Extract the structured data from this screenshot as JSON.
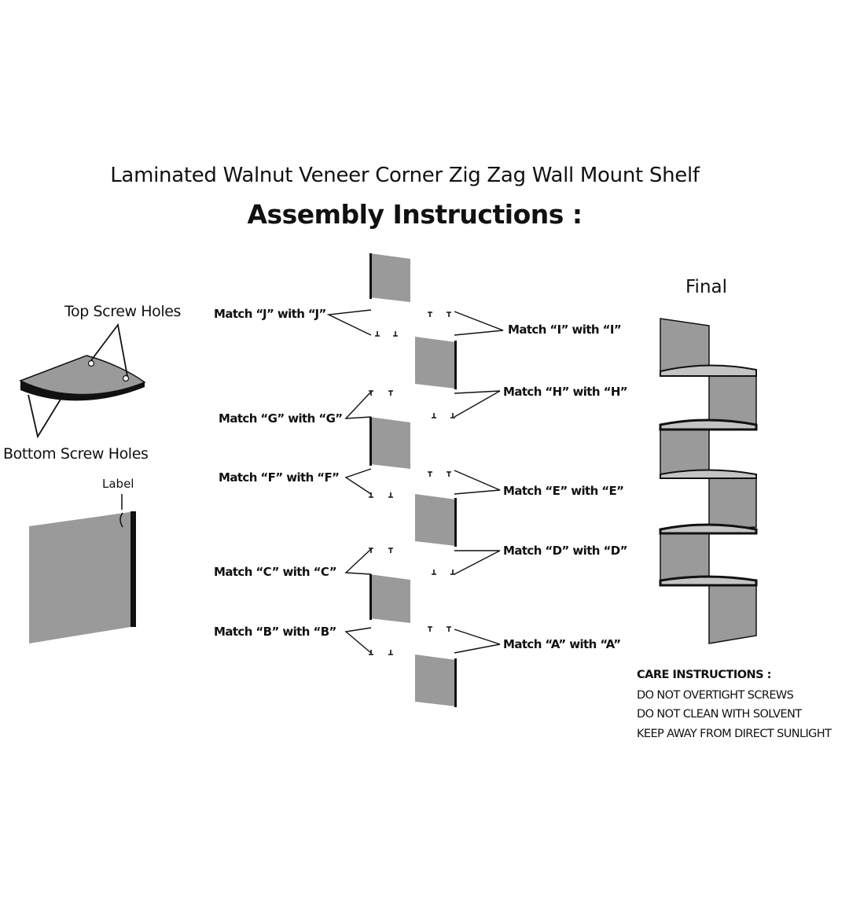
{
  "header": {
    "subtitle": "Laminated Walnut Veneer Corner Zig Zag Wall Mount Shelf",
    "title": "Assembly Instructions :"
  },
  "parts": {
    "top_holes": "Top Screw Holes",
    "bottom_holes": "Bottom Screw Holes",
    "label": "Label"
  },
  "matches": {
    "j": "Match “J” with “J”",
    "i": "Match “I” with “I”",
    "h": "Match “H” with “H”",
    "g": "Match “G” with “G”",
    "f": "Match “F” with “F”",
    "e": "Match “E” with “E”",
    "d": "Match “D” with “D”",
    "c": "Match “C” with “C”",
    "b": "Match “B” with “B”",
    "a": "Match “A” with “A”"
  },
  "final": {
    "label": "Final"
  },
  "care": {
    "heading": "CARE INSTRUCTIONS :",
    "items": [
      "DO NOT OVERTIGHT SCREWS",
      "DO NOT CLEAN WITH SOLVENT",
      "KEEP AWAY FROM DIRECT SUNLIGHT"
    ]
  },
  "colors": {
    "panel": "#9a9a9a",
    "shelf_top": "#c4c4c4",
    "edge": "#111111"
  }
}
